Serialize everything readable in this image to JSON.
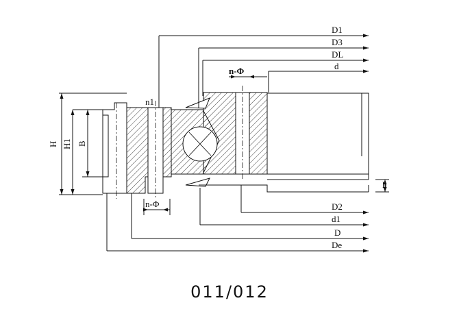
{
  "figure": {
    "series_label": "011/012",
    "labels": {
      "D1": "D1",
      "D3": "D3",
      "DL": "DL",
      "d": "d",
      "n_phi_top": "n-Φ",
      "n1": "n1",
      "H": "H",
      "H1": "H1",
      "B": "B",
      "n_phi_bottom": "n-Φ",
      "h": "h",
      "D2": "D2",
      "d1": "d1",
      "D": "D",
      "De": "De"
    },
    "colors": {
      "line": "#111111",
      "background": "#ffffff"
    }
  }
}
